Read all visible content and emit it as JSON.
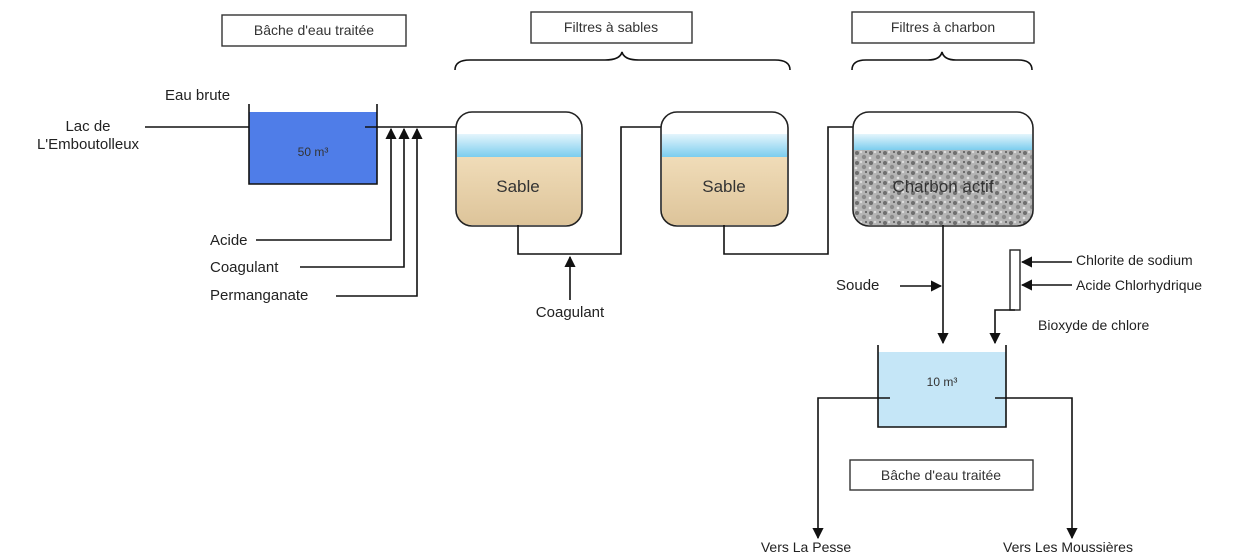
{
  "titles": {
    "raw_tank": "Bâche d'eau traitée",
    "sand_filters": "Filtres à sables",
    "carbon_filters": "Filtres à charbon",
    "treated_tank": "Bâche d'eau traitée"
  },
  "inputs": {
    "source_line1": "Lac de",
    "source_line2": "L'Emboutolleux",
    "raw_water": "Eau brute",
    "acid": "Acide",
    "coagulant_1": "Coagulant",
    "permanganate": "Permanganate",
    "coagulant_2": "Coagulant",
    "soda": "Soude",
    "sodium_chlorite": "Chlorite de sodium",
    "hydrochloric_acid": "Acide Chlorhydrique",
    "chlorine_dioxide": "Bioxyde de chlore"
  },
  "tanks": {
    "raw_volume": "50 m³",
    "treated_volume": "10 m³"
  },
  "filters": {
    "sand_1": "Sable",
    "sand_2": "Sable",
    "carbon": "Charbon actif"
  },
  "outputs": {
    "left": "Vers La Pesse",
    "right": "Vers Les Moussières"
  },
  "colors": {
    "raw_tank_fill": "#4f7de8",
    "treated_tank_fill": "#c5e6f7",
    "water_band": "#8fd3ef",
    "sand": "#e8d3ac",
    "carbon": "#a9a9a9"
  }
}
